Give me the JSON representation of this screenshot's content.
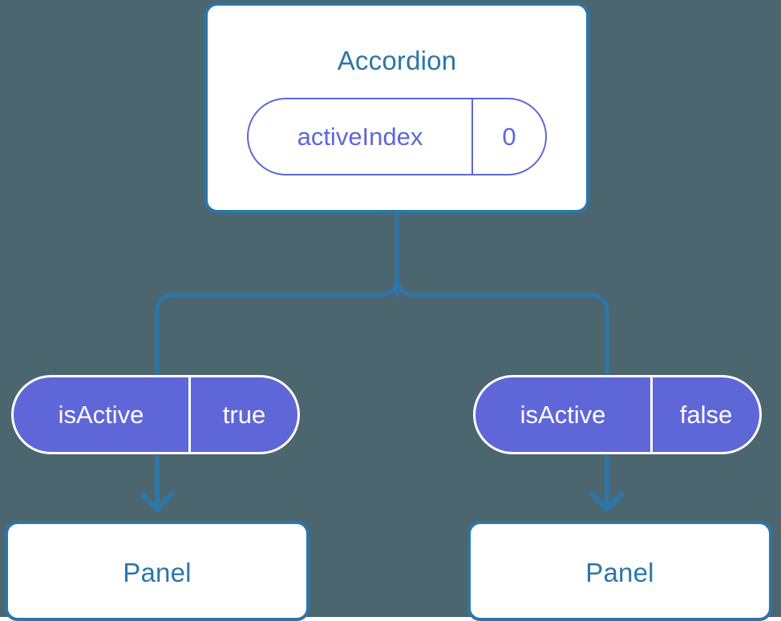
{
  "diagram": {
    "type": "component-tree",
    "background_color": "#4c6670",
    "accent_blue": "#2c76a8",
    "accent_purple": "#5f67d8",
    "text_on_purple": "#ffffff",
    "card_background": "#ffffff"
  },
  "root": {
    "title": "Accordion",
    "prop": {
      "key": "activeIndex",
      "value": "0"
    }
  },
  "branches": [
    {
      "prop": {
        "key": "isActive",
        "value": "true"
      },
      "child": {
        "title": "Panel"
      }
    },
    {
      "prop": {
        "key": "isActive",
        "value": "false"
      },
      "child": {
        "title": "Panel"
      }
    }
  ],
  "connectors": {
    "tree_line_color": "#2c76a8",
    "arrow_color": "#2c76a8",
    "arrow_head": "chevron"
  }
}
